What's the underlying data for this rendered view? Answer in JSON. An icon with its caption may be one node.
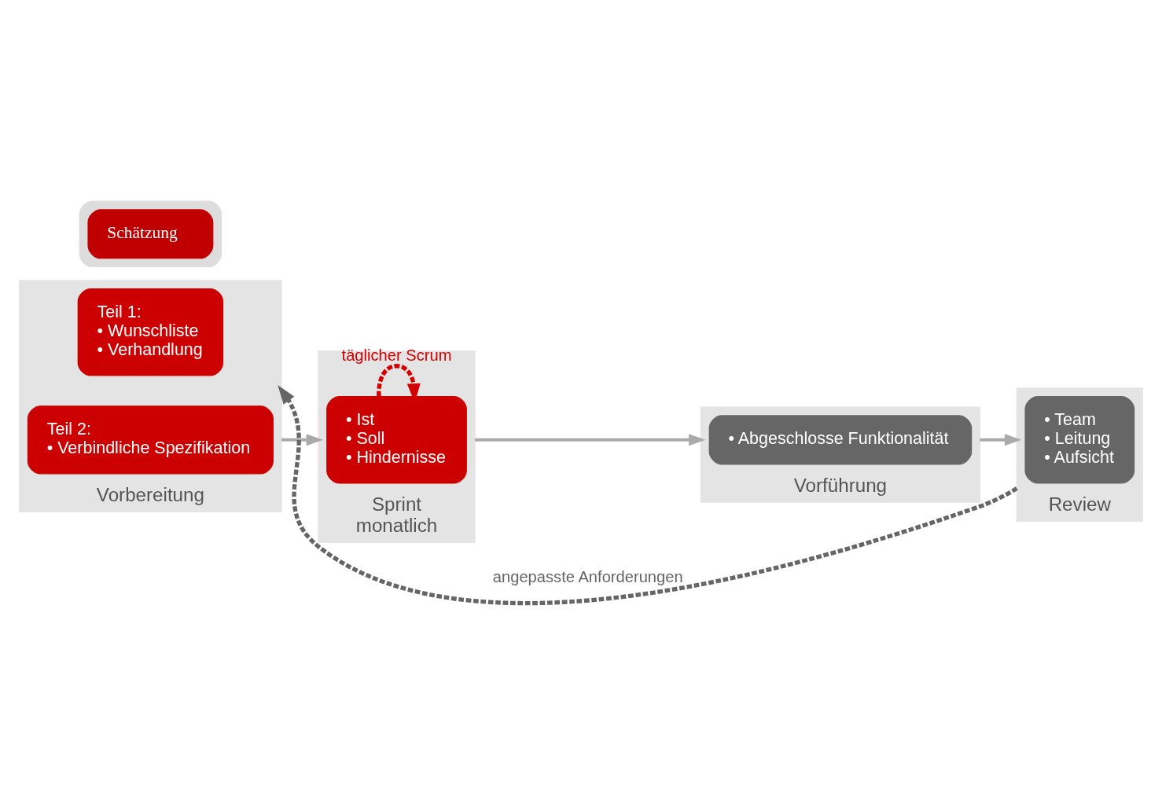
{
  "diagram": {
    "nodes": [
      {
        "text": [
          "Vorbereitung"
        ]
      },
      {
        "text": [
          "Teil 1:",
          "• Wunschliste",
          "• Verhandlung"
        ],
        "in": 0
      },
      {
        "text": [
          "Teil 2:",
          "• Verbindliche Spezifikation"
        ],
        "in": 0
      },
      {
        "text": [
          "Sprint",
          "monatlich"
        ]
      },
      {
        "text": [
          "• Ist",
          "• Soll",
          "• Hindernisse"
        ],
        "in": 3
      },
      {
        "text": [
          "Vorführung"
        ]
      },
      {
        "text": [
          "• Abgeschlosse Funktionalität"
        ],
        "in": 5
      },
      {
        "text": [
          "Review"
        ]
      },
      {
        "text": [
          "• Team",
          "• Leitung",
          "• Aufsicht"
        ],
        "in": 7
      },
      {
        "text": [],
        "shape": "box"
      },
      {
        "text": [
          "Schätzung"
        ],
        "in": 9
      }
    ],
    "edges": [
      {
        "from": 0,
        "to": 3,
        "arrow": "to"
      },
      {
        "from": 3,
        "to": 5,
        "arrow": "to"
      },
      {
        "from": 5,
        "to": 7,
        "arrow": "to"
      },
      {
        "from": 4,
        "to": 4,
        "arrow": "to",
        "label": "täglicher Scrum",
        "style": "dashed",
        "color": "#d40000"
      },
      {
        "from": 7,
        "to": 0,
        "arrow": "to",
        "label": "angepasste Anforderungen",
        "style": "dashed",
        "color": "#666666"
      }
    ]
  }
}
